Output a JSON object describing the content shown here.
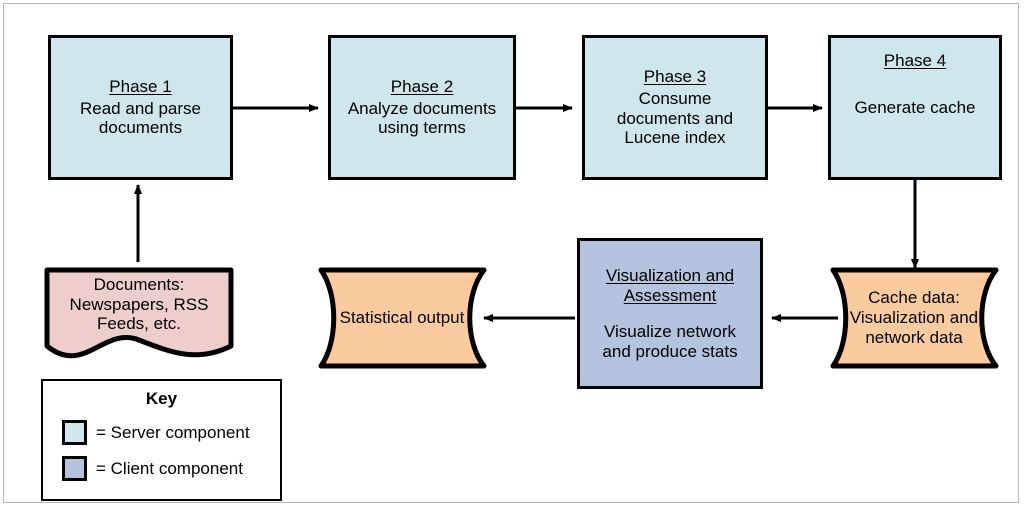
{
  "diagram": {
    "title": "System architecture pipeline flowchart",
    "colors": {
      "server_fill": "#cfe7ec",
      "client_fill": "#b4c4de",
      "data_fill": "#fbcba0",
      "source_fill": "#eecdcd",
      "stroke": "#000000",
      "frame": "#b9b9b9",
      "background": "#ffffff"
    },
    "nodes": [
      {
        "id": "phase1",
        "kind": "process",
        "component": "server",
        "title": "Phase 1",
        "lines": [
          "Read and parse",
          "documents"
        ]
      },
      {
        "id": "phase2",
        "kind": "process",
        "component": "server",
        "title": "Phase 2",
        "lines": [
          "Analyze documents",
          "using terms"
        ]
      },
      {
        "id": "phase3",
        "kind": "process",
        "component": "server",
        "title": "Phase 3",
        "lines": [
          "Consume",
          "documents and",
          "Lucene index"
        ]
      },
      {
        "id": "phase4",
        "kind": "process",
        "component": "server",
        "title": "Generate cache",
        "lines": []
      },
      {
        "id": "documents",
        "kind": "document",
        "component": "source",
        "title": "",
        "lines": [
          "Documents:",
          "Newspapers, RSS",
          "Feeds, etc."
        ]
      },
      {
        "id": "cache-data",
        "kind": "tape",
        "component": "data",
        "title": "",
        "lines": [
          "Cache data:",
          "Visualization and",
          "network data"
        ]
      },
      {
        "id": "visualization",
        "kind": "process",
        "component": "client",
        "title": "Visualization and Assessment",
        "lines": [
          "Visualize network",
          "and produce stats"
        ]
      },
      {
        "id": "statistical-output",
        "kind": "tape",
        "component": "data",
        "title": "",
        "lines": [
          "Statistical output"
        ]
      }
    ],
    "phase1": {
      "title": "Phase 1",
      "line1": "Read and parse",
      "line2": "documents"
    },
    "phase2": {
      "title": "Phase 2",
      "line1": "Analyze documents",
      "line2": "using terms"
    },
    "phase3": {
      "title": "Phase 3",
      "line1": "Consume",
      "line2": "documents and",
      "line3": "Lucene index"
    },
    "phase4": {
      "title": "Phase 4",
      "line1": "Generate cache"
    },
    "documents": {
      "line1": "Documents:",
      "line2": "Newspapers, RSS",
      "line3": "Feeds, etc."
    },
    "cache_data": {
      "line1": "Cache data:",
      "line2": "Visualization and",
      "line3": "network data"
    },
    "visualization": {
      "title_line1": "Visualization and",
      "title_line2": "Assessment",
      "line1": "Visualize network",
      "line2": "and produce stats"
    },
    "statistical_output": {
      "line1": "Statistical output"
    },
    "edges": [
      {
        "from": "phase1",
        "to": "phase2",
        "direction": "right"
      },
      {
        "from": "phase2",
        "to": "phase3",
        "direction": "right"
      },
      {
        "from": "phase3",
        "to": "phase4",
        "direction": "right"
      },
      {
        "from": "documents",
        "to": "phase1",
        "direction": "up"
      },
      {
        "from": "phase4",
        "to": "cache-data",
        "direction": "down"
      },
      {
        "from": "cache-data",
        "to": "visualization",
        "direction": "left"
      },
      {
        "from": "visualization",
        "to": "statistical-output",
        "direction": "left"
      }
    ]
  },
  "key": {
    "title": "Key",
    "items": [
      {
        "swatch": "#cfe7ec",
        "label": "= Server component"
      },
      {
        "swatch": "#b4c4de",
        "label": "= Client component"
      }
    ],
    "server_label": "= Server component",
    "client_label": "= Client component"
  }
}
